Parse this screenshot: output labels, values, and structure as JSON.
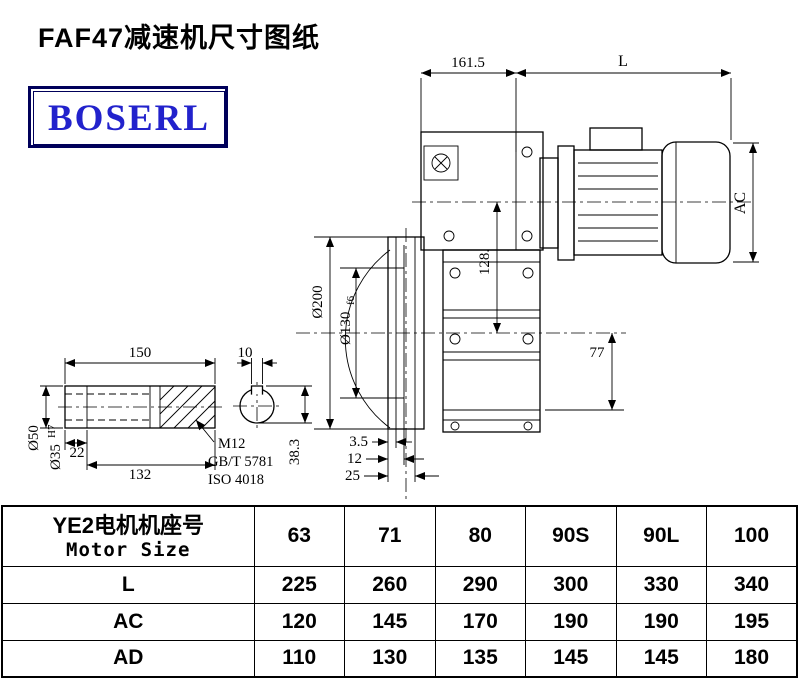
{
  "header": {
    "title": "FAF47减速机尺寸图纸",
    "logo": "BOSERL",
    "brand_blue": "#2222cc"
  },
  "drawing": {
    "dims": {
      "top_span": "161.5",
      "motor_length": "L",
      "motor_height": "AC",
      "flange_od": "Ø200",
      "spigot_od": "Ø130",
      "spigot_tol": "f6",
      "center_height": "128.",
      "foot_height": "77",
      "flange_thickness": "3.5",
      "step_12": "12",
      "step_25": "25",
      "keyway_depth": "38.3",
      "shaft_length": "150",
      "keyway_width": "10",
      "shaft_od": "Ø50",
      "bore_dia": "Ø35",
      "bore_tol": "H7",
      "dim_22": "22",
      "dim_132": "132",
      "thread_spec": "M12",
      "thread_std_gb": "GB/T 5781",
      "thread_std_iso": "ISO 4018"
    }
  },
  "table": {
    "row_header_cn": "YE2电机机座号",
    "row_header_en": "Motor Size",
    "motor_sizes": [
      "63",
      "71",
      "80",
      "90S",
      "90L",
      "100"
    ],
    "rows": [
      {
        "label": "L",
        "values": [
          "225",
          "260",
          "290",
          "300",
          "330",
          "340"
        ]
      },
      {
        "label": "AC",
        "values": [
          "120",
          "145",
          "170",
          "190",
          "190",
          "195"
        ]
      },
      {
        "label": "AD",
        "values": [
          "110",
          "130",
          "135",
          "145",
          "145",
          "180"
        ]
      }
    ]
  }
}
